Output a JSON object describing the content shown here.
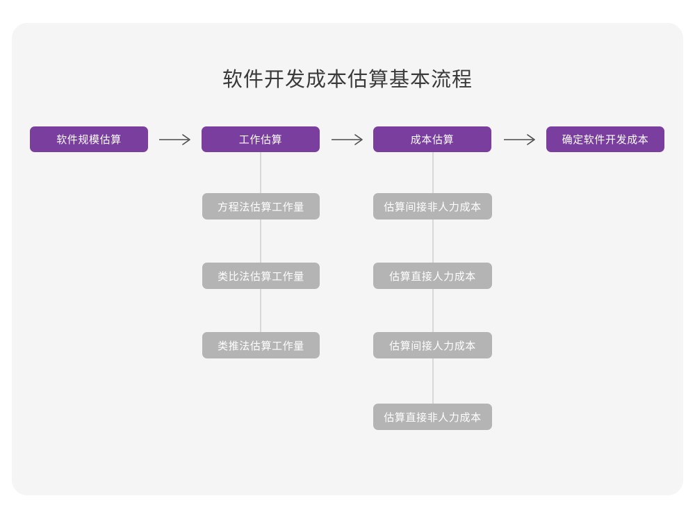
{
  "title": "软件开发成本估算基本流程",
  "colors": {
    "page_background": "#ffffff",
    "card_background": "#f5f5f5",
    "primary_node": "#7a3e9f",
    "secondary_node": "#b4b4b4",
    "node_text": "#ffffff",
    "title_text": "#3a3a3a",
    "connector_line": "#d8d8d8",
    "arrow": "#4a4a4a"
  },
  "chart_data": {
    "type": "diagram",
    "title": "软件开发成本估算基本流程",
    "orientation": "left-to-right",
    "main_flow": {
      "arrow_glyph": "→",
      "steps": [
        {
          "id": "p0",
          "label": "软件规模估算"
        },
        {
          "id": "p1",
          "label": "工作估算"
        },
        {
          "id": "p2",
          "label": "成本估算"
        },
        {
          "id": "p3",
          "label": "确定软件开发成本"
        }
      ]
    },
    "sub_steps": [
      {
        "parent": "p1",
        "parent_label": "工作估算",
        "items": [
          "方程法估算工作量",
          "类比法估算工作量",
          "类推法估算工作量"
        ]
      },
      {
        "parent": "p2",
        "parent_label": "成本估算",
        "items": [
          "估算间接非人力成本",
          "估算直接人力成本",
          "估算间接人力成本",
          "估算直接非人力成本"
        ]
      }
    ]
  }
}
